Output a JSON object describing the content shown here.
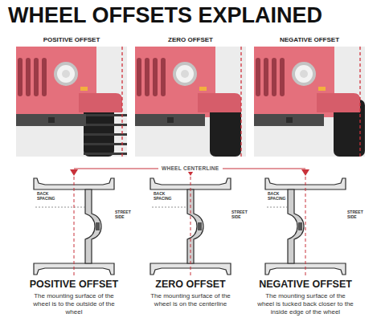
{
  "diagram": {
    "title": "WHEEL OFFSETS EXPLAINED",
    "labels": [
      "POSITIVE OFFSET",
      "ZERO OFFSET",
      "NEGATIVE OFFSET",
      "WHEEL CENTERLINE",
      "BACK SPACING",
      "STREET SIDE",
      "BACK SPACING",
      "STREET SIDE",
      "BACK SPACING",
      "STREET SIDE",
      "POSITIVE OFFSET",
      "ZERO OFFSET",
      "NEGATIVE OFFSET",
      "The mounting surface of the wheel is to the outside of the wheel",
      "The mounting surface of the wheel is on the centerline",
      "The mounting surface of the wheel is tucked back closer to the inside edge of the wheel"
    ]
  }
}
